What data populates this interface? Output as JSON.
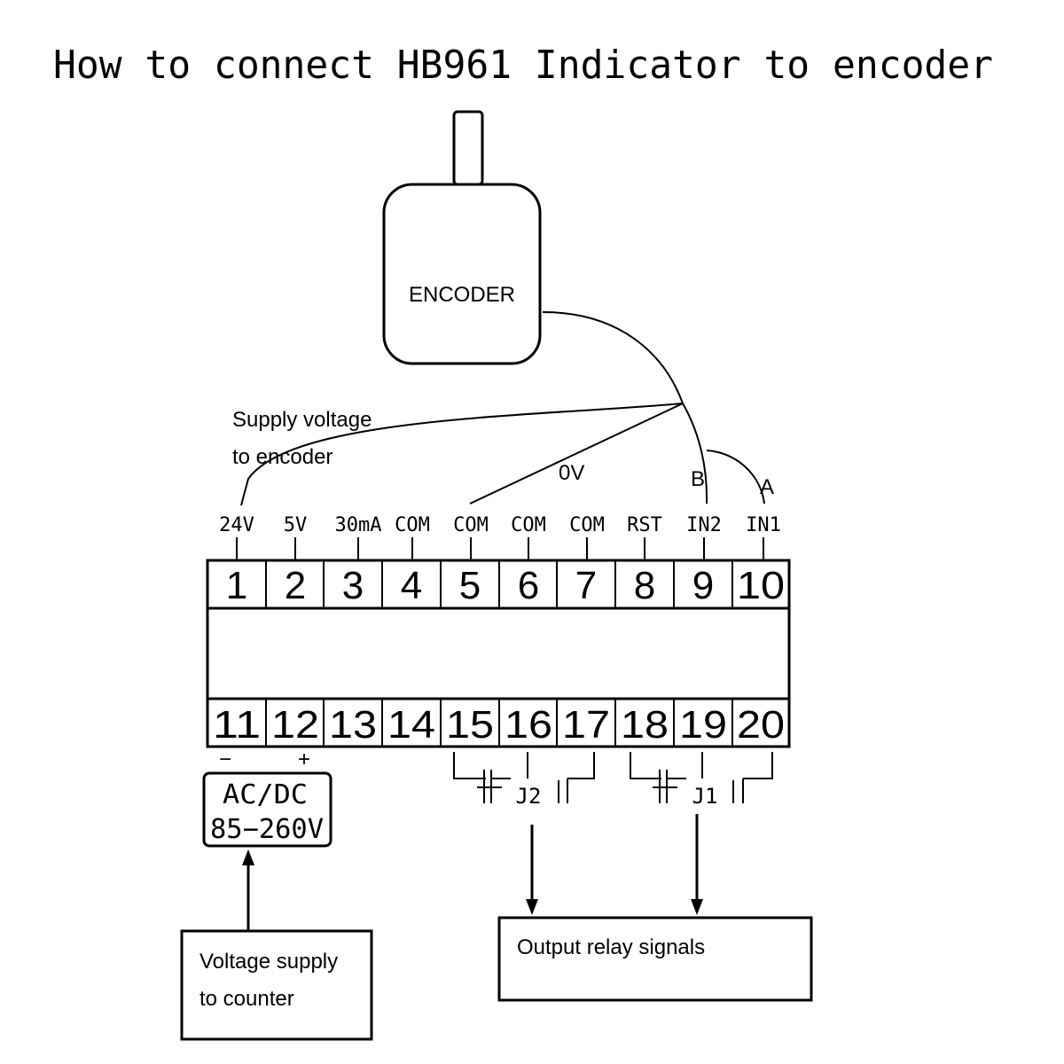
{
  "title": "How to connect HB961 Indicator to encoder",
  "encoder": {
    "label": "ENCODER"
  },
  "wiring_labels": {
    "supply_line1": "Supply   voltage",
    "supply_line2": "to encoder",
    "zero_v": "0V",
    "b": "B",
    "a": "A"
  },
  "top_terminals": [
    {
      "name": "24V",
      "number": "1"
    },
    {
      "name": "5V",
      "number": "2"
    },
    {
      "name": "30mA",
      "number": "3"
    },
    {
      "name": "COM",
      "number": "4"
    },
    {
      "name": "COM",
      "number": "5"
    },
    {
      "name": "COM",
      "number": "6"
    },
    {
      "name": "COM",
      "number": "7"
    },
    {
      "name": "RST",
      "number": "8"
    },
    {
      "name": "IN2",
      "number": "9"
    },
    {
      "name": "IN1",
      "number": "10"
    }
  ],
  "bottom_terminals": [
    "11",
    "12",
    "13",
    "14",
    "15",
    "16",
    "17",
    "18",
    "19",
    "20"
  ],
  "power": {
    "minus": "−",
    "plus": "+",
    "line1": "AC/DC",
    "line2": "85−260V"
  },
  "relays": {
    "j2": "J2",
    "j1": "J1"
  },
  "voltage_box": {
    "line1": "Voltage  supply",
    "line2": "to counter"
  },
  "output_box": {
    "label": "Output relay signals"
  }
}
